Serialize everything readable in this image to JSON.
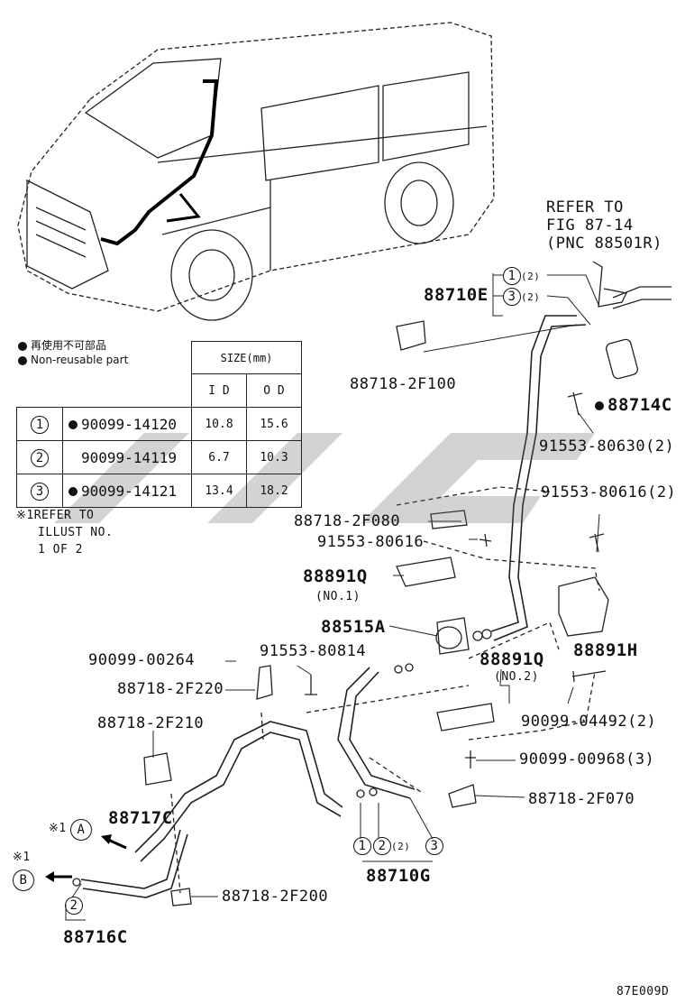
{
  "legend": {
    "jp_label": "再使用不可部品",
    "en_label": "Non-reusable part"
  },
  "table": {
    "size_header": "SIZE(mm)",
    "id_header": "I D",
    "od_header": "O D",
    "rows": [
      {
        "no": "1",
        "part": "90099-14120",
        "non_reusable": true,
        "id": "10.8",
        "od": "15.6"
      },
      {
        "no": "2",
        "part": "90099-14119",
        "non_reusable": false,
        "id": "6.7",
        "od": "10.3"
      },
      {
        "no": "3",
        "part": "90099-14121",
        "non_reusable": true,
        "id": "13.4",
        "od": "18.2"
      }
    ]
  },
  "note": {
    "mark": "※1",
    "line1": "REFER TO",
    "line2": "ILLUST NO.",
    "line3": "1 OF 2"
  },
  "refer": {
    "line1": "REFER TO",
    "line2": "FIG 87-14",
    "line3": "(PNC 88501R)"
  },
  "labels": {
    "p88710E": "88710E",
    "p88718_2F100": "88718-2F100",
    "p88714C": "88714C",
    "p91553_80630": "91553-80630(2)",
    "p91553_80616_2": "91553-80616(2)",
    "p88718_2F080": "88718-2F080",
    "p91553_80616": "91553-80616",
    "p88891Q_1": "88891Q",
    "no1": "(NO.1)",
    "p88515A": "88515A",
    "p88891H": "88891H",
    "p88891Q_2": "88891Q",
    "no2": "(NO.2)",
    "p90099_00264": "90099-00264",
    "p91553_80814": "91553-80814",
    "p88718_2F220": "88718-2F220",
    "p88718_2F210": "88718-2F210",
    "p90099_04492": "90099-04492(2)",
    "p90099_00968": "90099-00968(3)",
    "p88718_2F070": "88718-2F070",
    "p88717C": "88717C",
    "p88718_2F200": "88718-2F200",
    "p88716C": "88716C",
    "p88710G": "88710G",
    "qty2": "(2)",
    "ref_a": "A",
    "ref_b": "B",
    "ref_mark": "※1",
    "c1": "1",
    "c2": "2",
    "c3": "3",
    "figure_id": "87E009D"
  }
}
